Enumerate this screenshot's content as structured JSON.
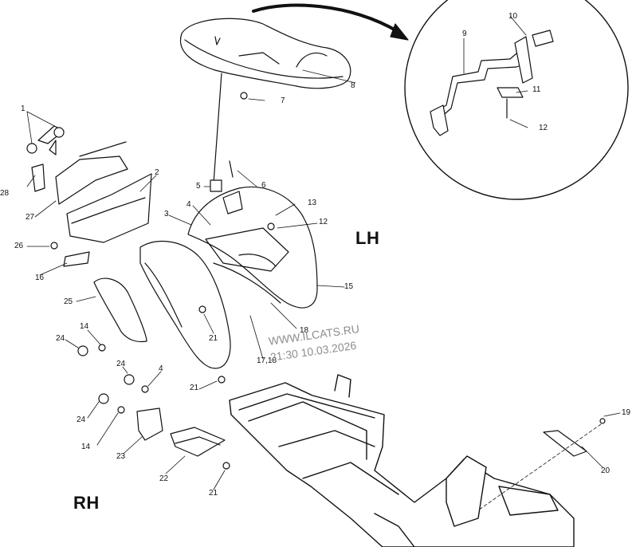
{
  "sides": {
    "left_hand": "LH",
    "right_hand": "RH"
  },
  "watermark": {
    "site": "WWW.ILCATS.RU",
    "stamp": "21:30 10.03.2026"
  },
  "callouts": {
    "c1": "1",
    "c2": "2",
    "c3": "3",
    "c4": "4",
    "c5": "5",
    "c6": "6",
    "c7": "7",
    "c8": "8",
    "c9": "9",
    "c10": "10",
    "c11": "11",
    "c12": "12",
    "c13": "13",
    "c14": "14",
    "c15": "15",
    "c16": "16",
    "c17_18": "17,18",
    "c18": "18",
    "c19": "19",
    "c20": "20",
    "c21": "21",
    "c22": "22",
    "c23": "23",
    "c24": "24",
    "c25": "25",
    "c26": "26",
    "c27": "27",
    "c28": "28"
  }
}
